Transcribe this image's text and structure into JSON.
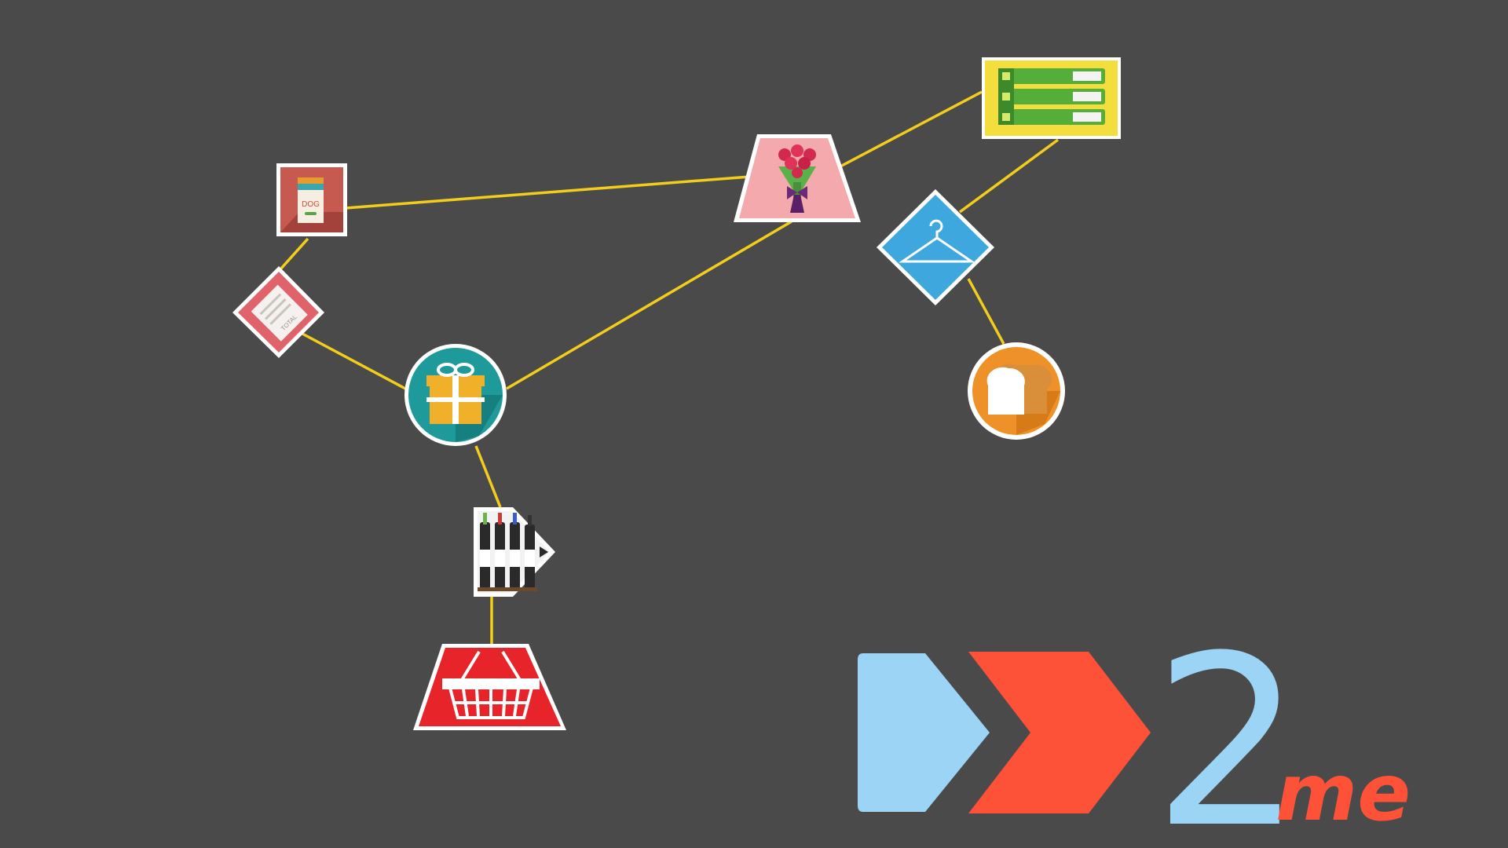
{
  "scene": {
    "background": "#4a4a4a",
    "connector_color": "#f3cd1b",
    "nodes": [
      {
        "id": "dog-food",
        "icon": "dog-food-icon",
        "label": "DOG",
        "shape": "square",
        "color": "#c65a50"
      },
      {
        "id": "receipt",
        "icon": "receipt-icon",
        "label": "TOTAL",
        "shape": "diamond",
        "color": "#e0636b"
      },
      {
        "id": "gift",
        "icon": "gift-icon",
        "shape": "circle",
        "color": "#1f9a9a"
      },
      {
        "id": "flowers",
        "icon": "flower-bouquet-icon",
        "shape": "trapezoid",
        "color": "#f4a9ad"
      },
      {
        "id": "books",
        "icon": "books-icon",
        "shape": "rectangle",
        "color": "#f3de3e"
      },
      {
        "id": "clothing",
        "icon": "clothes-hanger-icon",
        "shape": "diamond",
        "color": "#3da7de"
      },
      {
        "id": "bread",
        "icon": "bread-icon",
        "shape": "circle",
        "color": "#ee9128"
      },
      {
        "id": "wine",
        "icon": "wine-bottles-icon",
        "shape": "tag",
        "color": "#ffffff"
      },
      {
        "id": "basket",
        "icon": "shopping-basket-icon",
        "shape": "trapezoid",
        "color": "#e6242a"
      }
    ]
  },
  "logo": {
    "text_2": "2",
    "text_me": "me",
    "color_light": "#9bd4f5",
    "color_accent": "#fd5238"
  }
}
